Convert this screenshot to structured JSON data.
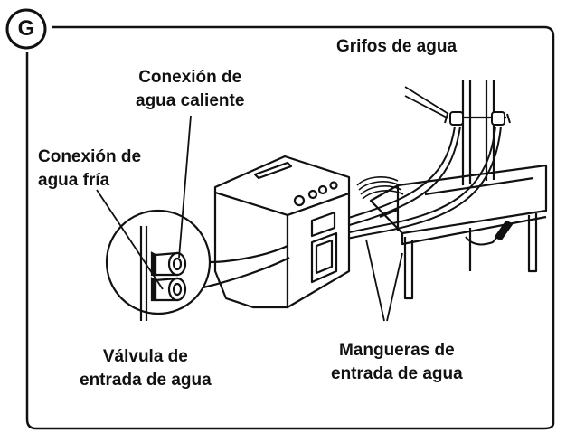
{
  "figure": {
    "badge": "G",
    "stroke_color": "#111111",
    "background": "#ffffff"
  },
  "labels": {
    "water_faucets": "Grifos de agua",
    "hot_water_connection": [
      "Conexión de",
      "agua caliente"
    ],
    "cold_water_connection": [
      "Conexión de",
      "agua fría"
    ],
    "water_inlet_valve": [
      "Válvula de",
      "entrada de agua"
    ],
    "water_inlet_hoses": [
      "Mangueras de",
      "entrada de agua"
    ]
  }
}
